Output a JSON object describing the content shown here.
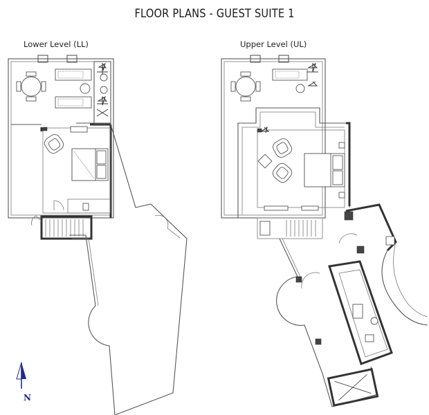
{
  "page_title": "FLOOR PLANS - GUEST SUITE 1",
  "lower_level": {
    "label": "Lower Level (LL)"
  },
  "upper_level": {
    "label": "Upper Level (UL)"
  },
  "north_arrow": {
    "letter": "N",
    "color": "#1f2a8a"
  }
}
